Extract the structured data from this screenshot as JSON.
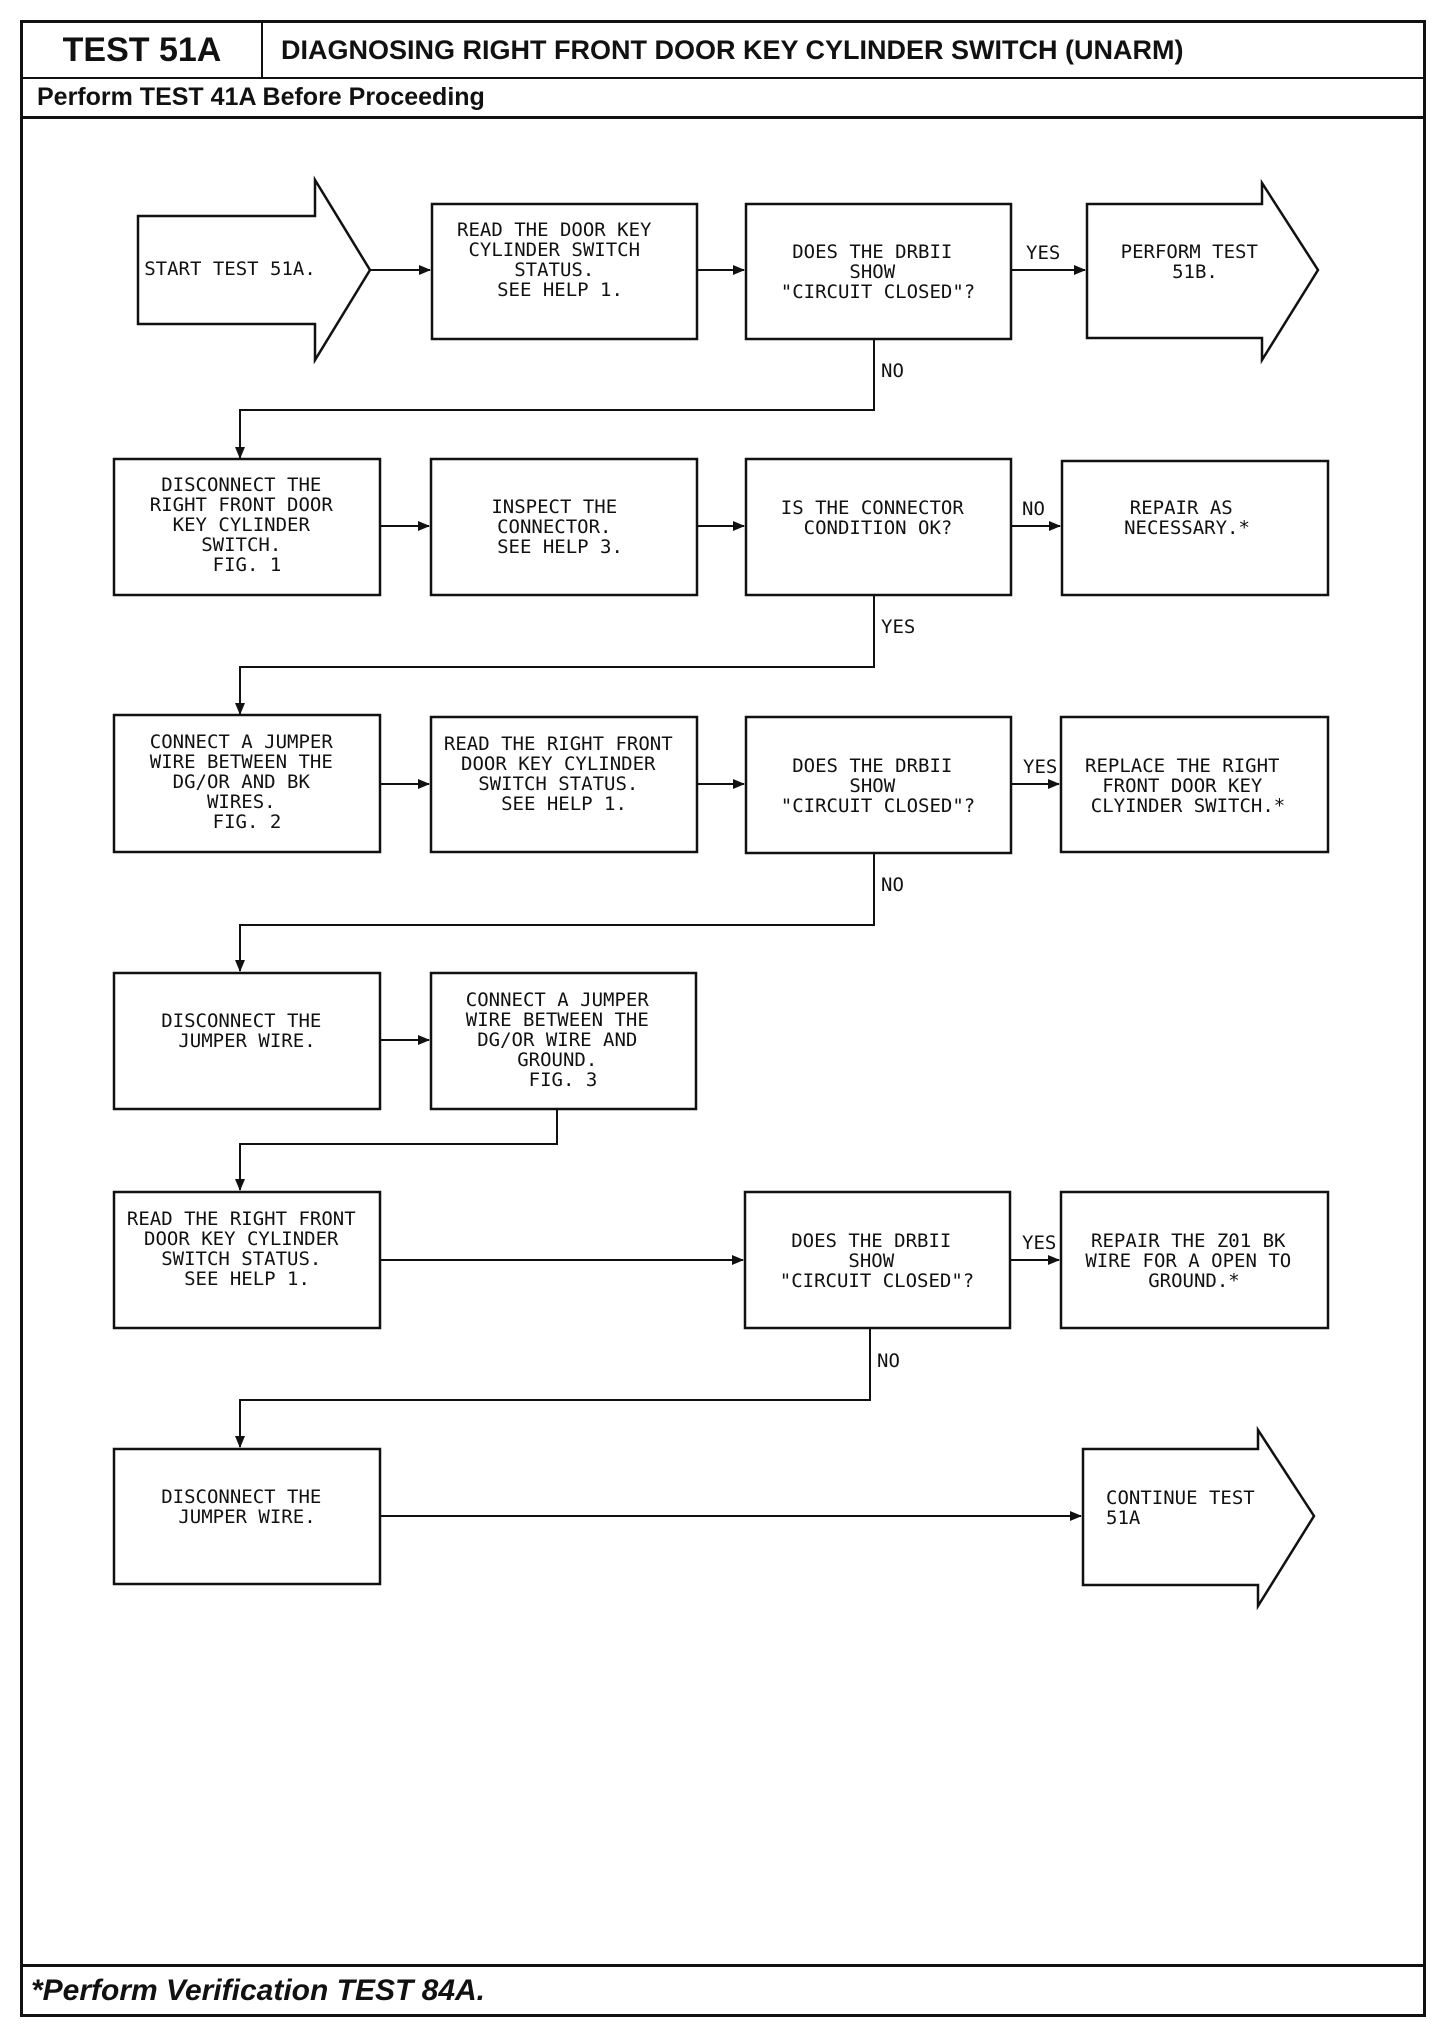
{
  "header": {
    "test_id": "TEST 51A",
    "title": "DIAGNOSING RIGHT FRONT DOOR KEY CYLINDER SWITCH (UNARM)",
    "prerequisite": "Perform TEST 41A Before Proceeding"
  },
  "footer": {
    "note": "*Perform Verification TEST 84A."
  },
  "nodes": {
    "start": [
      "START TEST 51A."
    ],
    "r1_read": [
      "READ THE DOOR KEY",
      "CYLINDER SWITCH",
      "STATUS.",
      "SEE HELP 1."
    ],
    "r1_q": [
      "DOES THE DRBII",
      "SHOW",
      "\"CIRCUIT CLOSED\"?"
    ],
    "r1_out": [
      "PERFORM TEST",
      "51B."
    ],
    "r2_disc": [
      "DISCONNECT THE",
      "RIGHT FRONT DOOR",
      "KEY CYLINDER",
      "SWITCH.",
      "FIG. 1"
    ],
    "r2_insp": [
      "INSPECT THE",
      "CONNECTOR.",
      "SEE HELP 3."
    ],
    "r2_q": [
      "IS THE CONNECTOR",
      "CONDITION OK?"
    ],
    "r2_rep": [
      "REPAIR AS",
      "NECESSARY.*"
    ],
    "r3_jump": [
      "CONNECT A JUMPER",
      "WIRE BETWEEN THE",
      "DG/OR AND BK",
      "WIRES.",
      "FIG. 2"
    ],
    "r3_read": [
      "READ THE RIGHT FRONT",
      "DOOR KEY CYLINDER",
      "SWITCH STATUS.",
      "SEE HELP 1."
    ],
    "r3_q": [
      "DOES THE DRBII",
      "SHOW",
      "\"CIRCUIT CLOSED\"?"
    ],
    "r3_repl": [
      "REPLACE THE RIGHT",
      "FRONT DOOR KEY",
      "CLYINDER SWITCH.*"
    ],
    "r4_disc": [
      "DISCONNECT THE",
      "JUMPER WIRE."
    ],
    "r4_jump": [
      "CONNECT A JUMPER",
      "WIRE BETWEEN THE",
      "DG/OR WIRE AND",
      "GROUND.",
      "FIG. 3"
    ],
    "r5_read": [
      "READ THE RIGHT FRONT",
      "DOOR KEY CYLINDER",
      "SWITCH STATUS.",
      "SEE HELP 1."
    ],
    "r5_q": [
      "DOES THE DRBII",
      "SHOW",
      "\"CIRCUIT CLOSED\"?"
    ],
    "r5_rep": [
      "REPAIR THE Z01 BK",
      "WIRE FOR A OPEN TO",
      "GROUND.*"
    ],
    "r6_disc": [
      "DISCONNECT THE",
      "JUMPER WIRE."
    ],
    "r6_out": [
      "CONTINUE TEST",
      "51A"
    ]
  },
  "labels": {
    "r1_yes": "YES",
    "r1_no": "NO",
    "r2_no": "NO",
    "r2_yes": "YES",
    "r3_yes": "YES",
    "r3_no": "NO",
    "r5_yes": "YES",
    "r5_no": "NO"
  }
}
